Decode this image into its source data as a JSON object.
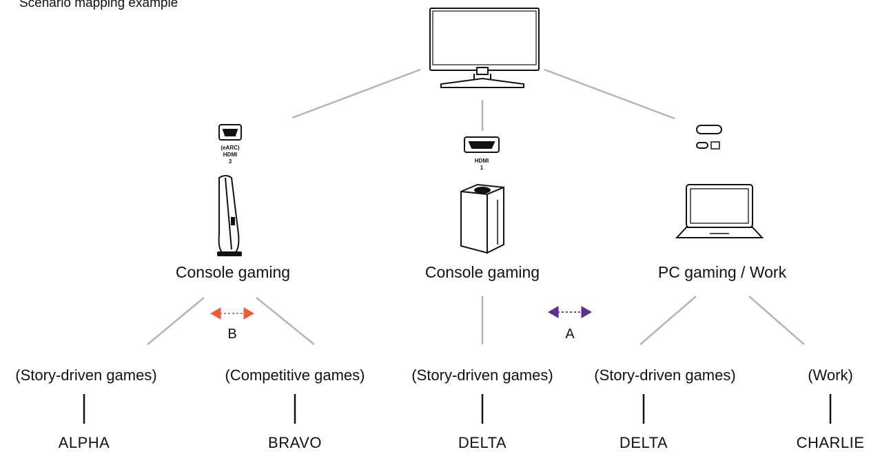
{
  "title": "Scenario mapping example",
  "ports": {
    "hdmi3": {
      "top": "(eARC)",
      "logo": "HDMI",
      "num": "3"
    },
    "hdmi1": {
      "logo": "HDMI",
      "num": "1"
    }
  },
  "devices": [
    {
      "caption": "Console gaming",
      "icon": "playstation-console-icon"
    },
    {
      "caption": "Console gaming",
      "icon": "xbox-console-icon"
    },
    {
      "caption": "PC gaming / Work",
      "icon": "laptop-icon"
    }
  ],
  "arrows": {
    "b_label": "B",
    "a_label": "A",
    "b_color": "#f05a3c",
    "a_color": "#5b2e8f"
  },
  "scenarios": [
    {
      "label": "(Story-driven games)",
      "mode": "ALPHA"
    },
    {
      "label": "(Competitive games)",
      "mode": "BRAVO"
    },
    {
      "label": "(Story-driven games)",
      "mode": "DELTA"
    },
    {
      "label": "(Story-driven games)",
      "mode": "DELTA"
    },
    {
      "label": "(Work)",
      "mode": "CHARLIE"
    }
  ]
}
